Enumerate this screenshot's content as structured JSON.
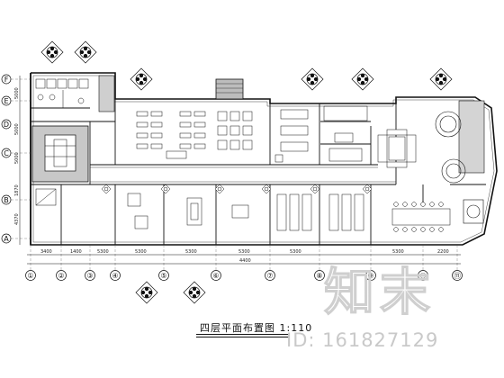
{
  "drawing": {
    "title": "四层平面布置图 1:110"
  },
  "axes": {
    "columns": [
      "①",
      "②",
      "③",
      "④",
      "⑤",
      "⑥",
      "⑦",
      "⑧",
      "⑨",
      "⑩",
      "⑪"
    ],
    "rows": [
      "A",
      "B",
      "C",
      "D",
      "E",
      "F"
    ]
  },
  "dimensions": {
    "bays": [
      "3400",
      "1400",
      "5300",
      "5300",
      "5300",
      "5300",
      "5300",
      "5300",
      "2200"
    ],
    "total": "4400",
    "rows_left": [
      "4370",
      "1870",
      "5000",
      "5000",
      "5000"
    ]
  },
  "watermark": {
    "logo_text": "知末",
    "id_text": "ID: 161827129"
  }
}
